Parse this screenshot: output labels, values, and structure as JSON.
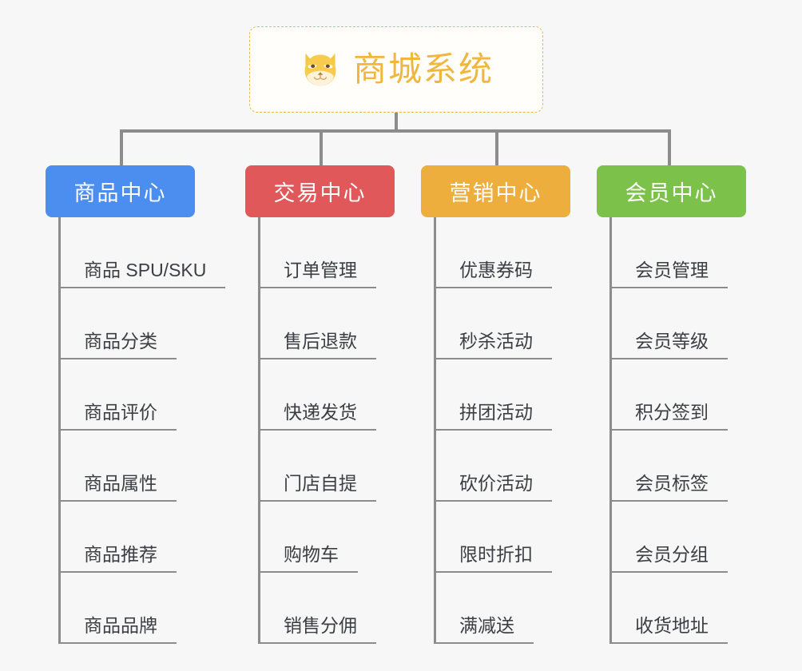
{
  "page": {
    "background_color": "#f7f7f7"
  },
  "root": {
    "title": "商城系统",
    "icon": "shiba-dog-face-icon",
    "text_color": "#f0b73e",
    "border_color": "#e8b84b"
  },
  "branches": [
    {
      "title": "商品中心",
      "color": "#4c8ef0",
      "items": [
        "商品 SPU/SKU",
        "商品分类",
        "商品评价",
        "商品属性",
        "商品推荐",
        "商品品牌"
      ]
    },
    {
      "title": "交易中心",
      "color": "#e0585a",
      "items": [
        "订单管理",
        "售后退款",
        "快递发货",
        "门店自提",
        "购物车",
        "销售分佣"
      ]
    },
    {
      "title": "营销中心",
      "color": "#edae3e",
      "items": [
        "优惠券码",
        "秒杀活动",
        "拼团活动",
        "砍价活动",
        "限时折扣",
        "满减送"
      ]
    },
    {
      "title": "会员中心",
      "color": "#7cc24a",
      "items": [
        "会员管理",
        "会员等级",
        "积分签到",
        "会员标签",
        "会员分组",
        "收货地址"
      ]
    }
  ],
  "layout": {
    "branch_lefts": [
      57,
      307,
      527,
      747
    ],
    "branch_widths": [
      187,
      187,
      187,
      187
    ],
    "connector_color": "#8c8c8c"
  }
}
